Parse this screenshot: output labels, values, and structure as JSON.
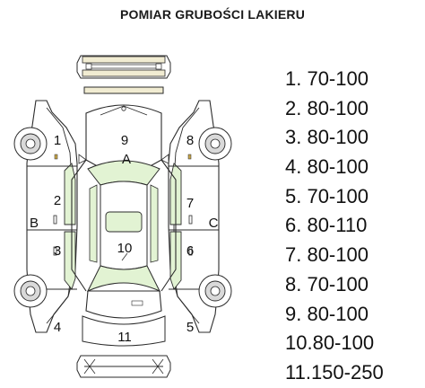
{
  "title": "POMIAR GRUBOŚCI LAKIERU",
  "panel_numbers": [
    "1",
    "2",
    "3",
    "4",
    "5",
    "6",
    "7",
    "8",
    "9",
    "10",
    "11"
  ],
  "side_letters": {
    "front": "A",
    "left": "B",
    "right": "C"
  },
  "measurements": [
    {
      "label": "1. 70-100"
    },
    {
      "label": "2. 80-100"
    },
    {
      "label": "3. 80-100"
    },
    {
      "label": "4. 80-100"
    },
    {
      "label": "5. 70-100"
    },
    {
      "label": "6. 80-110"
    },
    {
      "label": "7. 80-100"
    },
    {
      "label": "8. 70-100"
    },
    {
      "label": "9. 80-100"
    },
    {
      "label": "10.80-100"
    },
    {
      "label": "11.150-250"
    }
  ],
  "colors": {
    "glass": "#e2f3d3",
    "bumper_fill": "#f1ecd2",
    "outline": "#2b2b2b",
    "tire": "#d9d9d9"
  }
}
